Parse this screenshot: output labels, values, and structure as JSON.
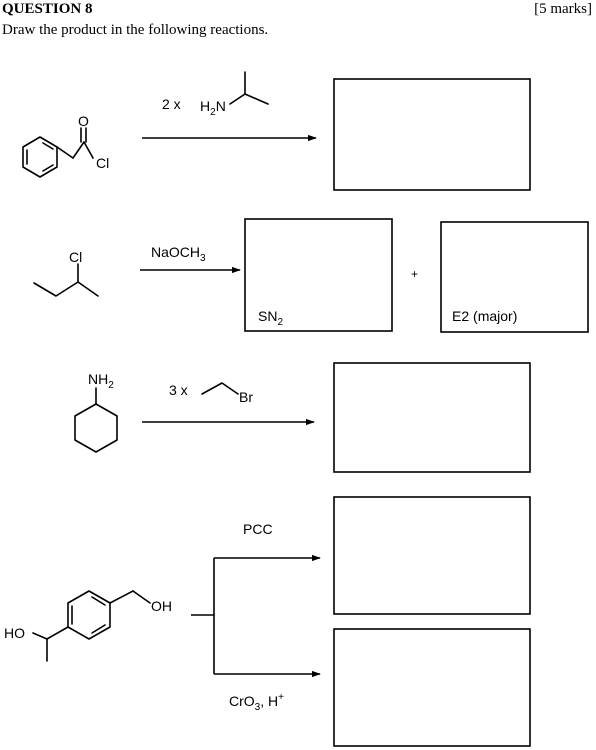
{
  "header": {
    "question": "QUESTION 8",
    "marks": "[5 marks]",
    "instruction": "Draw the product in the following reactions."
  },
  "reactions": [
    {
      "reagent_prefix": "2 x",
      "reagent_group": "H2N",
      "atom_labels": [
        "O",
        "Cl"
      ]
    },
    {
      "reagent": "NaOCH3",
      "atom_labels": [
        "Cl"
      ],
      "plus": "+",
      "box_labels": [
        "SN2",
        "E2 (major)"
      ]
    },
    {
      "reagent_prefix": "3 x",
      "reagent_group": "Br",
      "atom_labels": [
        "NH2"
      ]
    },
    {
      "reagent_top": "PCC",
      "reagent_bottom": "CrO3, H+",
      "atom_labels": [
        "OH",
        "HO"
      ]
    }
  ]
}
